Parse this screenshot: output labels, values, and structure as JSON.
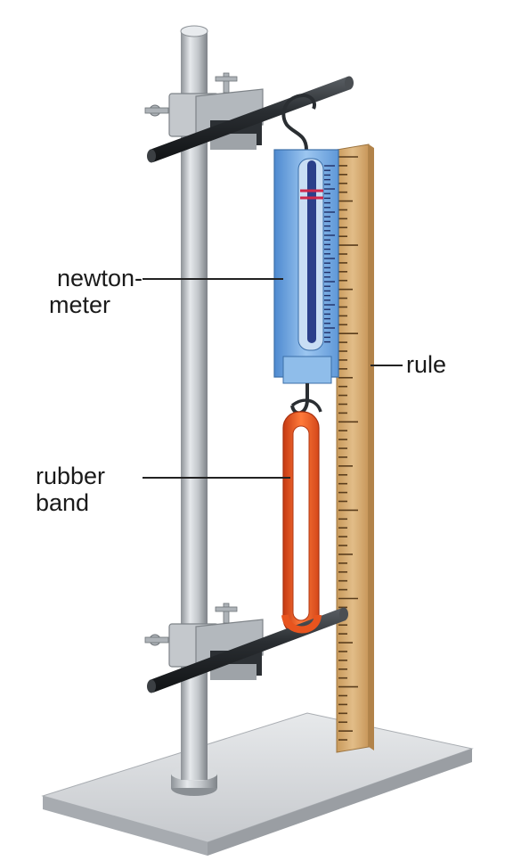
{
  "labels": {
    "newton_meter_line1": "newton-",
    "newton_meter_line2": "meter",
    "rubber_band_line1": "rubber",
    "rubber_band_line2": "band",
    "rule": "rule"
  },
  "colors": {
    "background": "#ffffff",
    "stand_metal": "#b9bec3",
    "base_plate": "#d3d6da",
    "rod_dark": "#2f3337",
    "newton_meter_body": "#6fa6de",
    "newton_meter_spring": "#2b3f8a",
    "rubber_band": "#e8541e",
    "ruler_wood": "#d9b27a",
    "ruler_ticks": "#5a3d1c",
    "leader_line": "#222222"
  }
}
